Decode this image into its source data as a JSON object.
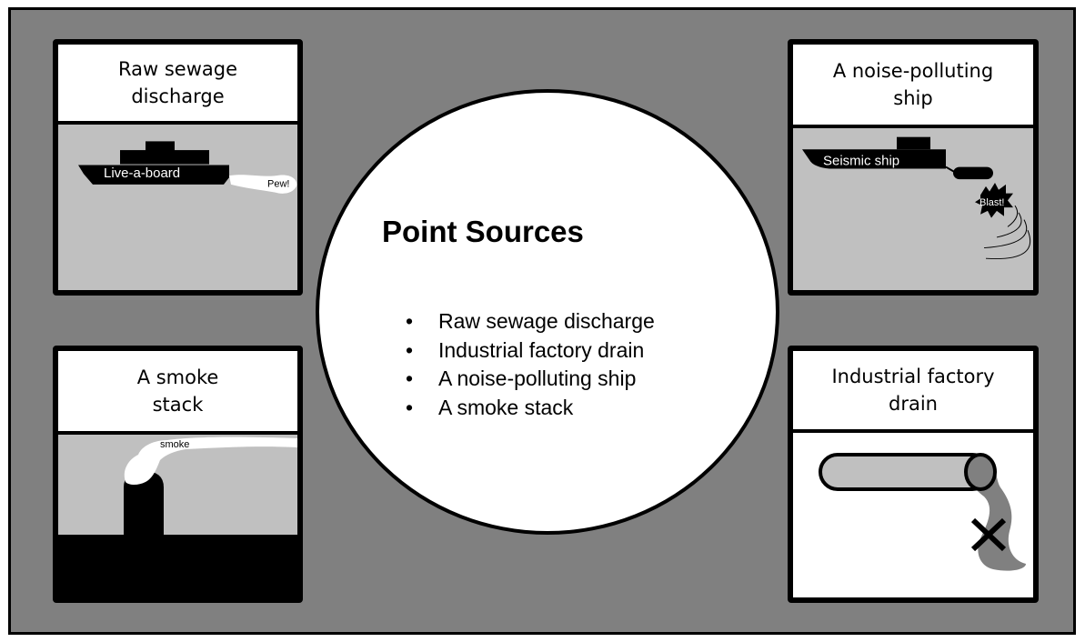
{
  "center": {
    "title": "Point Sources",
    "bullet_glyph": "•",
    "items": [
      "Raw sewage discharge",
      "Industrial factory drain",
      "A noise-polluting ship",
      "A smoke stack"
    ]
  },
  "panels": {
    "sewage": {
      "title": "Raw sewage\ndischarge",
      "boat_label": "Live-a-board",
      "discharge_label": "Pew!"
    },
    "noise": {
      "title": "A noise-polluting\nship",
      "ship_label": "Seismic ship",
      "blast_label": "Blast!"
    },
    "smoke": {
      "title": "A smoke\nstack",
      "smoke_label": "smoke"
    },
    "drain": {
      "title": "Industrial factory\ndrain"
    }
  },
  "colors": {
    "background": "#808080",
    "scene_gray": "#c0c0c0",
    "black": "#000000",
    "white": "#ffffff"
  }
}
